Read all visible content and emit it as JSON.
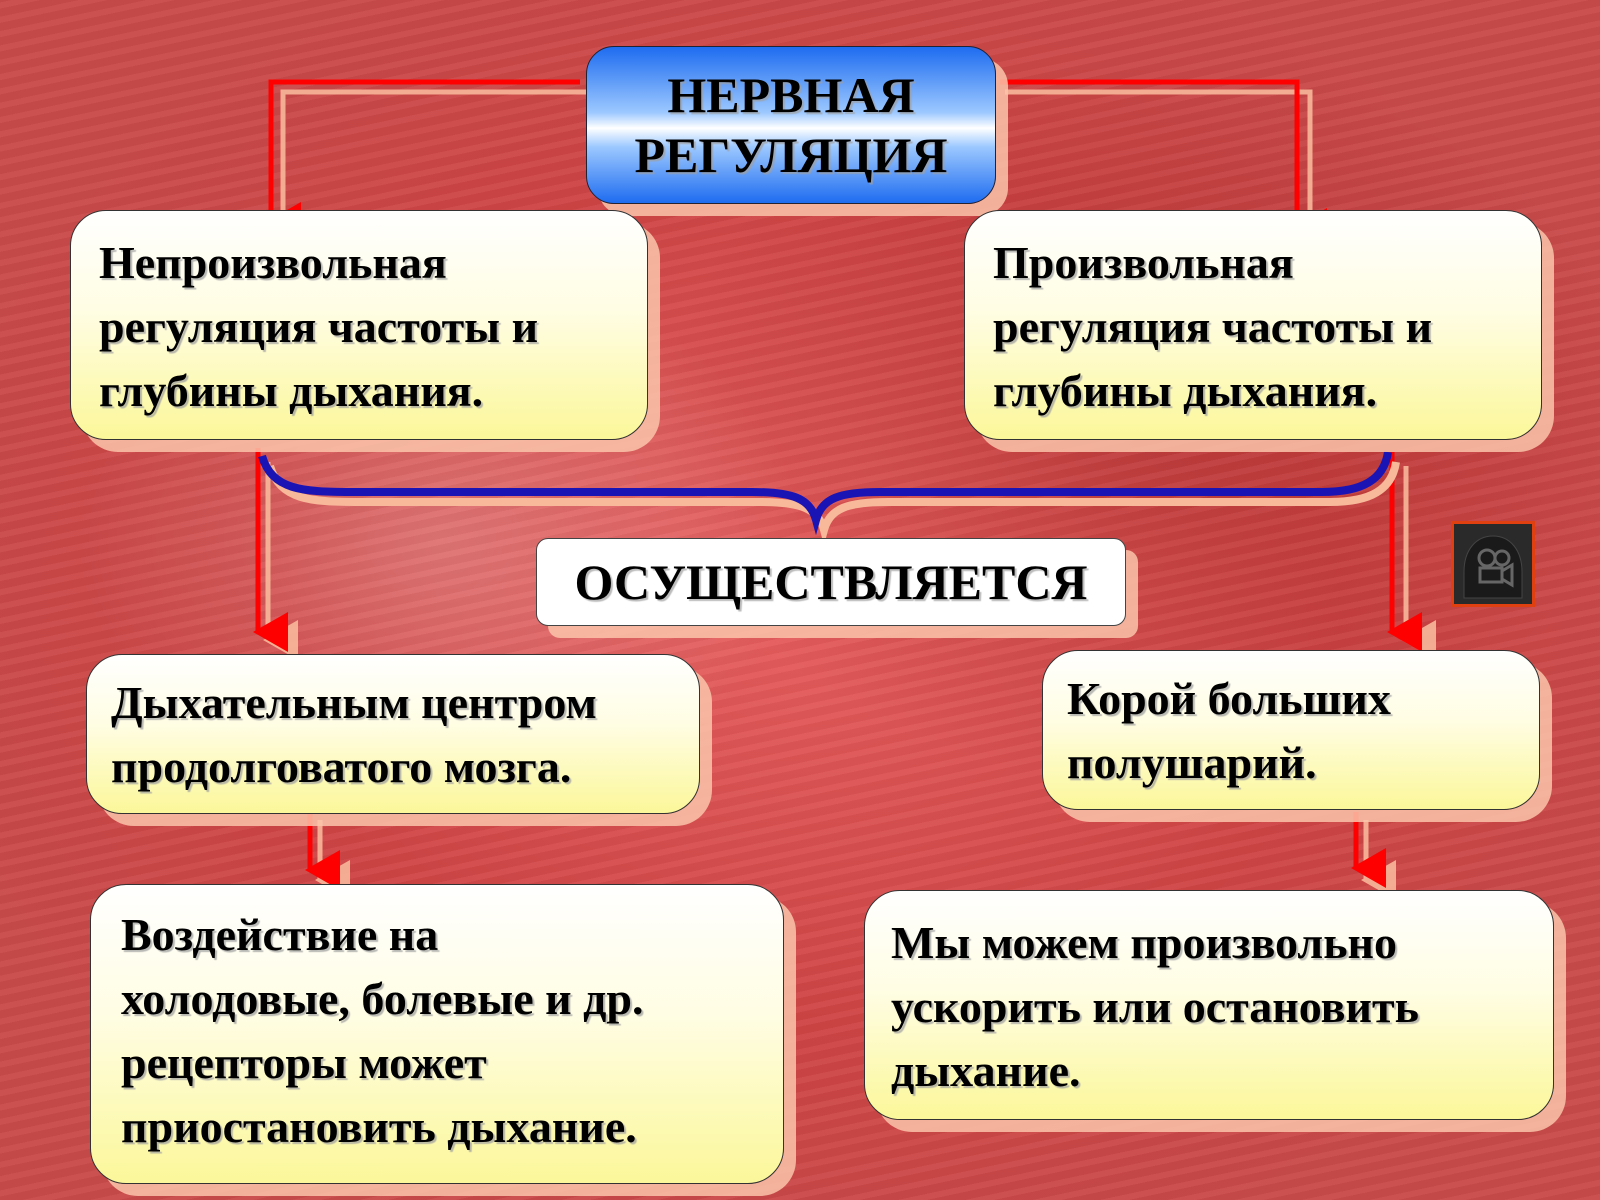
{
  "diagram": {
    "title": "НЕРВНАЯ\nРЕГУЛЯЦИЯ",
    "involuntary": "Непроизвольная\nрегуляция частоты и\nглубины дыхания.",
    "voluntary": "Произвольная\nрегуляция частоты и\nглубины дыхания.",
    "connector": "ОСУЩЕСТВЛЯЕТСЯ",
    "center": "Дыхательным центром\nпродолговатого мозга.",
    "cortex": "Корой больших\nполушарий.",
    "effect_left": "Воздействие на\nхолодовые, болевые и др.\nрецепторы может\nприостановить дыхание.",
    "effect_right": "Мы можем произвольно\nускорить или остановить\nдыхание."
  },
  "icons": {
    "media": "video-camera-icon"
  },
  "colors": {
    "arrow": "#ff0000",
    "arrow_shadow": "#f8b89a",
    "brace": "#1a14b4",
    "box_fill_top": "#ffffff",
    "box_fill_bottom": "#fbf79a",
    "title_fill": "#1e6cf0"
  }
}
